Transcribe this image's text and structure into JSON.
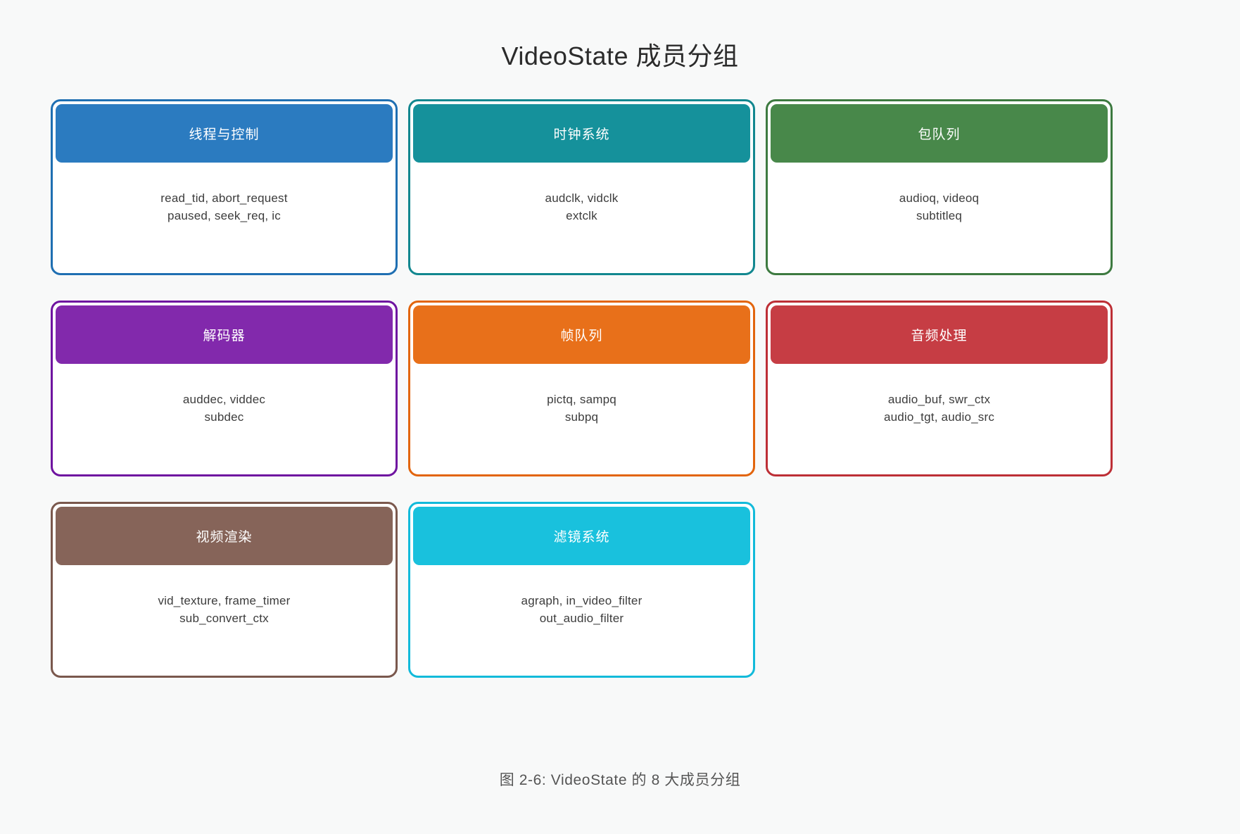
{
  "figure": {
    "title": "VideoState 成员分组",
    "caption": "图 2-6: VideoState 的 8 大成员分组",
    "background_color": "#f8f9f9",
    "title_color": "#2b2b2b",
    "caption_color": "#555555"
  },
  "groups": [
    {
      "name": "线程与控制",
      "members": "read_tid, abort_request\npaused, seek_req, ic",
      "header_color": "#2b7bc0",
      "border_color": "#1f6fb2",
      "text_color": "#ffffff"
    },
    {
      "name": "时钟系统",
      "members": "audclk, vidclk\nextclk",
      "header_color": "#15919b",
      "border_color": "#12878f",
      "text_color": "#ffffff"
    },
    {
      "name": "包队列",
      "members": "audioq, videoq\nsubtitleq",
      "header_color": "#48884a",
      "border_color": "#3d7a40",
      "text_color": "#ffffff"
    },
    {
      "name": "解码器",
      "members": "auddec, viddec\nsubdec",
      "header_color": "#8229ac",
      "border_color": "#6f14a0",
      "text_color": "#ffffff"
    },
    {
      "name": "帧队列",
      "members": "pictq, sampq\nsubpq",
      "header_color": "#e8701a",
      "border_color": "#e2650d",
      "text_color": "#ffffff"
    },
    {
      "name": "音频处理",
      "members": "audio_buf, swr_ctx\naudio_tgt, audio_src",
      "header_color": "#c63d44",
      "border_color": "#bd2f36",
      "text_color": "#ffffff"
    },
    {
      "name": "视频渲染",
      "members": "vid_texture, frame_timer\nsub_convert_ctx",
      "header_color": "#866459",
      "border_color": "#7a584d",
      "text_color": "#ffffff"
    },
    {
      "name": "滤镜系统",
      "members": "agraph, in_video_filter\nout_audio_filter",
      "header_color": "#19c1dd",
      "border_color": "#12bada",
      "text_color": "#ffffff"
    }
  ]
}
